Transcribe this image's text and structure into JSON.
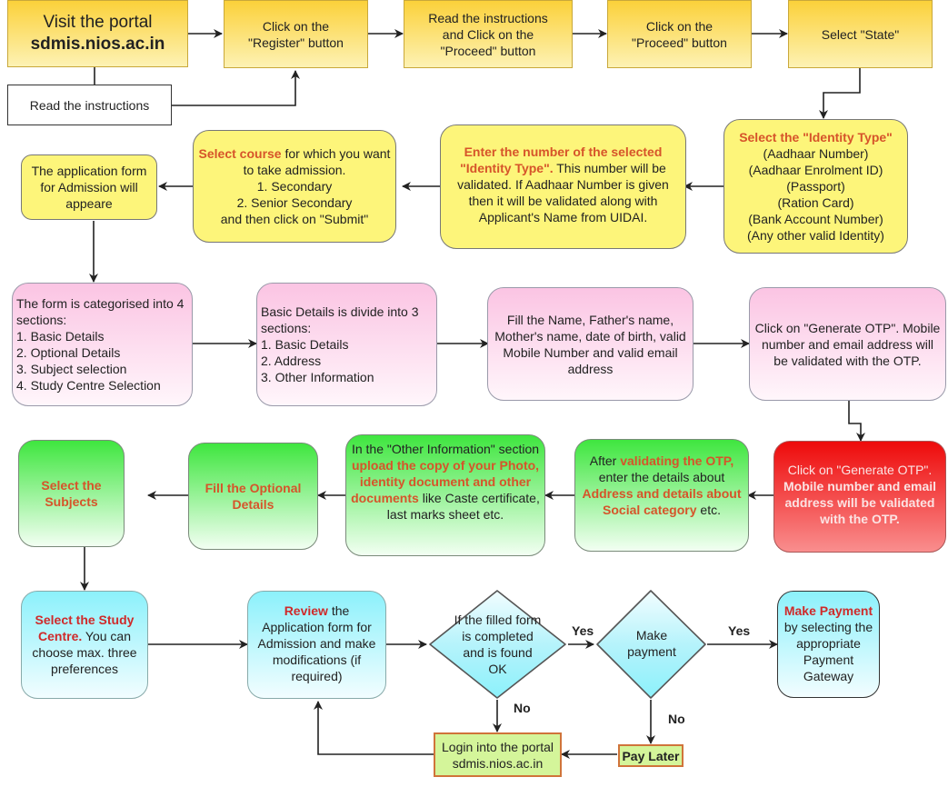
{
  "title": "NIOS Online Admission Process Flowchart",
  "colors": {
    "highlight": "#d6542a",
    "highlight_red": "#cf2a2a",
    "orange_box": "#fbd13a",
    "yellow_box": "#fdf57a",
    "pink_box": "#fbc4e3",
    "green_box": "#3fe63f",
    "red_box": "#ee0a0a",
    "cyan_box": "#8cf1fb",
    "lime_box": "#d4f59a"
  },
  "row1": {
    "visit_portal": {
      "line1": "Visit the portal",
      "url": "sdmis.nios.ac.in"
    },
    "read_instructions": "Read the instructions",
    "register": {
      "line1": "Click on the",
      "line2": "\"Register\" button"
    },
    "read_proceed": {
      "line1": "Read the instructions",
      "line2": "and Click on the",
      "line3": "\"Proceed\" button"
    },
    "proceed": {
      "line1": "Click on the",
      "line2": "\"Proceed\" button"
    },
    "select_state": "Select \"State\""
  },
  "row2": {
    "identity_type": {
      "heading": "Select the \"Identity Type\"",
      "options": [
        "(Aadhaar Number)",
        "(Aadhaar Enrolment ID)",
        "(Passport)",
        "(Ration Card)",
        "(Bank Account Number)",
        "(Any other valid Identity)"
      ]
    },
    "enter_number": {
      "highlight": "Enter the number of the selected \"Identity Type\".",
      "text": " This number will be validated. If Aadhaar Number is given then it will be validated along with Applicant's Name from UIDAI."
    },
    "select_course": {
      "highlight": "Select course",
      "text1": " for which you want to take admission.",
      "opt1": "1. Secondary",
      "opt2": "2. Senior Secondary",
      "text2": "and then click on \"Submit\""
    },
    "form_appears": "The application form for Admission will appeare"
  },
  "row3": {
    "form_sections": {
      "intro": "The form is categorised into 4 sections:",
      "items": [
        "1. Basic Details",
        "2. Optional Details",
        "3. Subject selection",
        "4. Study Centre Selection"
      ]
    },
    "basic_sections": {
      "intro": "Basic Details is divide into 3 sections:",
      "items": [
        "1. Basic Details",
        "2. Address",
        "3. Other Information"
      ]
    },
    "fill_name": "Fill the Name, Father's name, Mother's name, date of birth, valid Mobile Number and valid email address",
    "generate_otp": "Click on \"Generate OTP\". Mobile number and email address will be validated with the OTP."
  },
  "row4": {
    "generate_otp_red": {
      "line1": "Click on \"Generate OTP\".",
      "text": "Mobile number and email address will be validated with the OTP."
    },
    "after_otp": {
      "pre": "After ",
      "highlight1": "validating the OTP,",
      "mid": " enter the details about ",
      "highlight2": "Address and details about Social category",
      "post": " etc."
    },
    "upload_docs": {
      "pre": "In the \"Other Information\" section ",
      "highlight": "upload the copy of your Photo, identity document and other documents",
      "post": " like Caste certificate, last marks sheet etc."
    },
    "optional_details": "Fill the Optional Details",
    "select_subjects": "Select the Subjects"
  },
  "row5": {
    "study_centre": {
      "highlight": "Select the Study Centre.",
      "text": " You can choose max. three preferences"
    },
    "review": {
      "highlight": "Review",
      "text": " the Application form for Admission and make modifications (if required)"
    },
    "decision_ok": "If the filled form is completed and is found OK",
    "decision_pay": "Make payment",
    "make_payment": {
      "highlight": "Make Payment",
      "text": " by selecting the appropriate Payment Gateway"
    },
    "login": {
      "line1": "Login into the portal",
      "line2": "sdmis.nios.ac.in"
    },
    "pay_later": "Pay Later",
    "yes1": "Yes",
    "yes2": "Yes",
    "no1": "No",
    "no2": "No"
  }
}
